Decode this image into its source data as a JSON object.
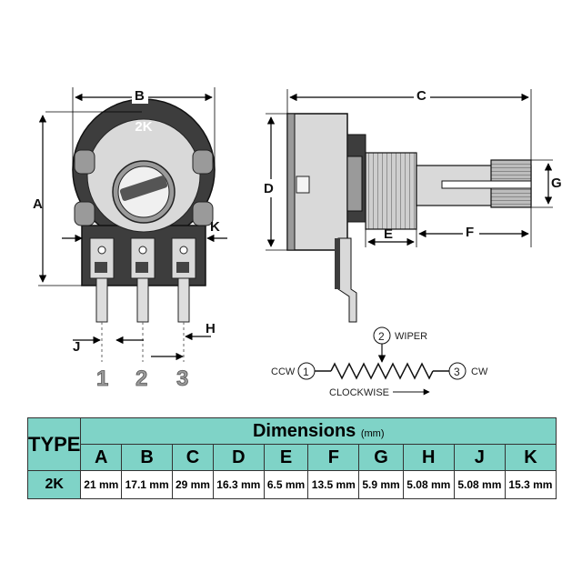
{
  "front_view": {
    "label_on_body": "2K",
    "dim_labels": {
      "a": "A",
      "b": "B",
      "j": "J",
      "h": "H",
      "k": "K"
    },
    "pin_numbers": [
      "1",
      "2",
      "3"
    ]
  },
  "side_view": {
    "dim_labels": {
      "c": "C",
      "d": "D",
      "e": "E",
      "f": "F",
      "g": "G"
    }
  },
  "schematic": {
    "pin_ccw": "1",
    "pin_wiper": "2",
    "pin_cw": "3",
    "label_ccw": "CCW",
    "label_wiper": "WIPER",
    "label_cw": "CW",
    "label_clockwise": "CLOCKWISE"
  },
  "table": {
    "type_header": "TYPE",
    "title": "Dimensions",
    "unit": "(mm)",
    "columns": [
      "A",
      "B",
      "C",
      "D",
      "E",
      "F",
      "G",
      "H",
      "J",
      "K"
    ],
    "rows": [
      {
        "type": "2K",
        "values": [
          "21 mm",
          "17.1 mm",
          "29 mm",
          "16.3 mm",
          "6.5 mm",
          "13.5 mm",
          "5.9 mm",
          "5.08 mm",
          "5.08 mm",
          "15.3 mm"
        ]
      }
    ]
  },
  "colors": {
    "table_header": "#7fd3c7",
    "body_dark": "#3d3d3d",
    "body_light": "#d9d9d9"
  }
}
